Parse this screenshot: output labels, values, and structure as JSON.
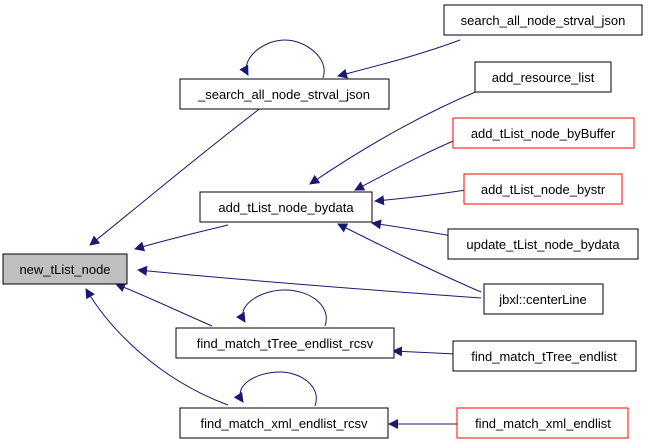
{
  "colors": {
    "edge": "#191970",
    "border_default": "#000000",
    "border_incomplete": "#ff0000",
    "focus_fill": "#bfbfbf",
    "node_fill": "#ffffff"
  },
  "nodes": {
    "new_tlist_node": {
      "label": "new_tList_node",
      "kind": "focus"
    },
    "search_all_node_strval_json_internal": {
      "label": "_search_all_node_strval_json",
      "kind": "default"
    },
    "search_all_node_strval_json": {
      "label": "search_all_node_strval_json",
      "kind": "default"
    },
    "add_tlist_node_bydata": {
      "label": "add_tList_node_bydata",
      "kind": "default"
    },
    "add_resource_list": {
      "label": "add_resource_list",
      "kind": "default"
    },
    "add_tlist_node_bybuffer": {
      "label": "add_tList_node_byBuffer",
      "kind": "incomplete"
    },
    "add_tlist_node_bystr": {
      "label": "add_tList_node_bystr",
      "kind": "incomplete"
    },
    "update_tlist_node_bydata": {
      "label": "update_tList_node_bydata",
      "kind": "default"
    },
    "jbxl_centerline": {
      "label": "jbxl::centerLine",
      "kind": "default"
    },
    "find_match_ttree_endlist_rcsv": {
      "label": "find_match_tTree_endlist_rcsv",
      "kind": "default"
    },
    "find_match_ttree_endlist": {
      "label": "find_match_tTree_endlist",
      "kind": "default"
    },
    "find_match_xml_endlist_rcsv": {
      "label": "find_match_xml_endlist_rcsv",
      "kind": "default"
    },
    "find_match_xml_endlist": {
      "label": "find_match_xml_endlist",
      "kind": "incomplete"
    }
  }
}
